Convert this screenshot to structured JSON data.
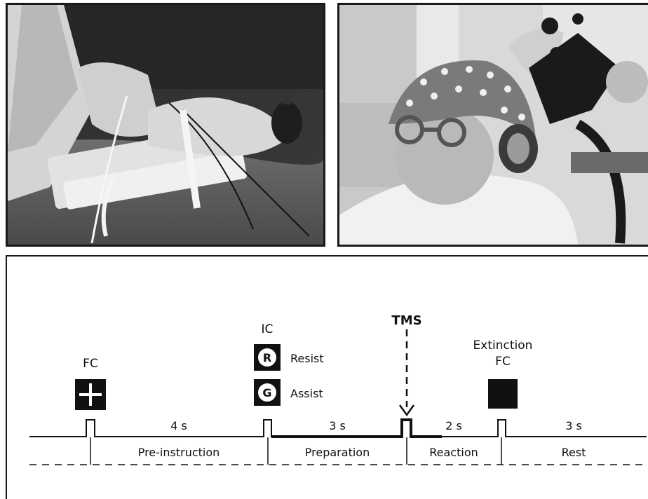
{
  "photos": {
    "left_alt": "Hand grasping a handle with wrist fixed in a splint on a thigh",
    "right_alt": "Participant wearing an EEG cap, goggles and TMS coil"
  },
  "timeline": {
    "events": {
      "fc_label": "FC",
      "ic_label": "IC",
      "tms_label": "TMS",
      "extinction_label": "Extinction",
      "extinction_fc_label": "FC"
    },
    "cues": {
      "resist_letter": "R",
      "resist_label": "Resist",
      "assist_letter": "G",
      "assist_label": "Assist"
    },
    "durations": [
      "4 s",
      "3 s",
      "2 s",
      "3 s"
    ],
    "phases": [
      "Pre-instruction",
      "Preparation",
      "Reaction",
      "Rest"
    ]
  }
}
